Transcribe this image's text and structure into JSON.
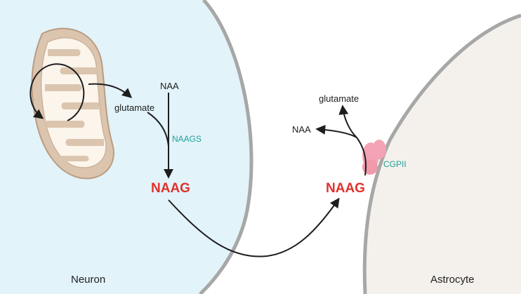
{
  "labels": {
    "naa_left": "NAA",
    "glutamate_left": "glutamate",
    "naags": "NAAGS",
    "naag_left": "NAAG",
    "naag_right": "NAAG",
    "glutamate_right": "glutamate",
    "naa_right": "NAA",
    "cgpii": "CGPII",
    "neuron": "Neuron",
    "astrocyte": "Astrocyte"
  },
  "colors": {
    "neuron_fill": "#e2f3f9",
    "astrocyte_fill": "#f4f1ec",
    "membrane": "#a7a7a7",
    "arrow": "#1e1e1e",
    "enzyme_label": "#1f9e9a",
    "naag_label": "#e0322c",
    "receptor": "#f4a3b4",
    "mitochondrion": "#dcc5ae"
  }
}
